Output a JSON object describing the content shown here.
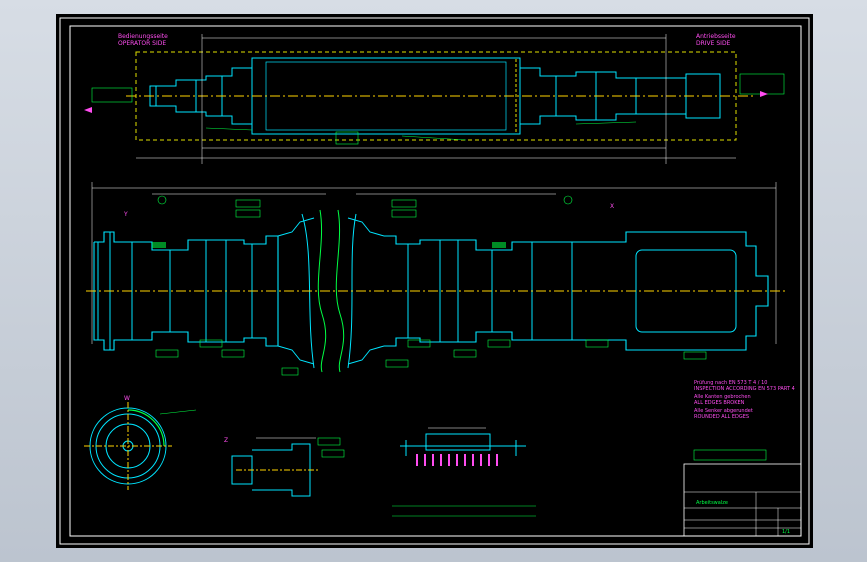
{
  "labels": {
    "operator_de": "Bedienungsseite",
    "operator_en": "OPERATOR SIDE",
    "drive_de": "Antriebsseite",
    "drive_en": "DRIVE SIDE",
    "view_x": "X",
    "view_y": "Y",
    "view_z": "Z"
  },
  "notes": {
    "line1": "Prüfung nach EN 573 T 4 / 10",
    "line2": "INSPECTION ACCORDING EN 573 PART 4",
    "line3": "Alle Kanten gebrochen",
    "line4": "ALL EDGES BROKEN",
    "line5": "Alle Senker abgerundet",
    "line6": "ROUNDED ALL EDGES"
  },
  "title_block": {
    "name": "Arbeitswalze",
    "sheet": "1/1"
  },
  "colors": {
    "sheet_bg": "#000000",
    "outline": "#00e5ff",
    "dim": "#ffffff",
    "center": "#ffd400",
    "annot": "#00ff44",
    "heading": "#ff4df0",
    "hidden": "#e0e000"
  }
}
